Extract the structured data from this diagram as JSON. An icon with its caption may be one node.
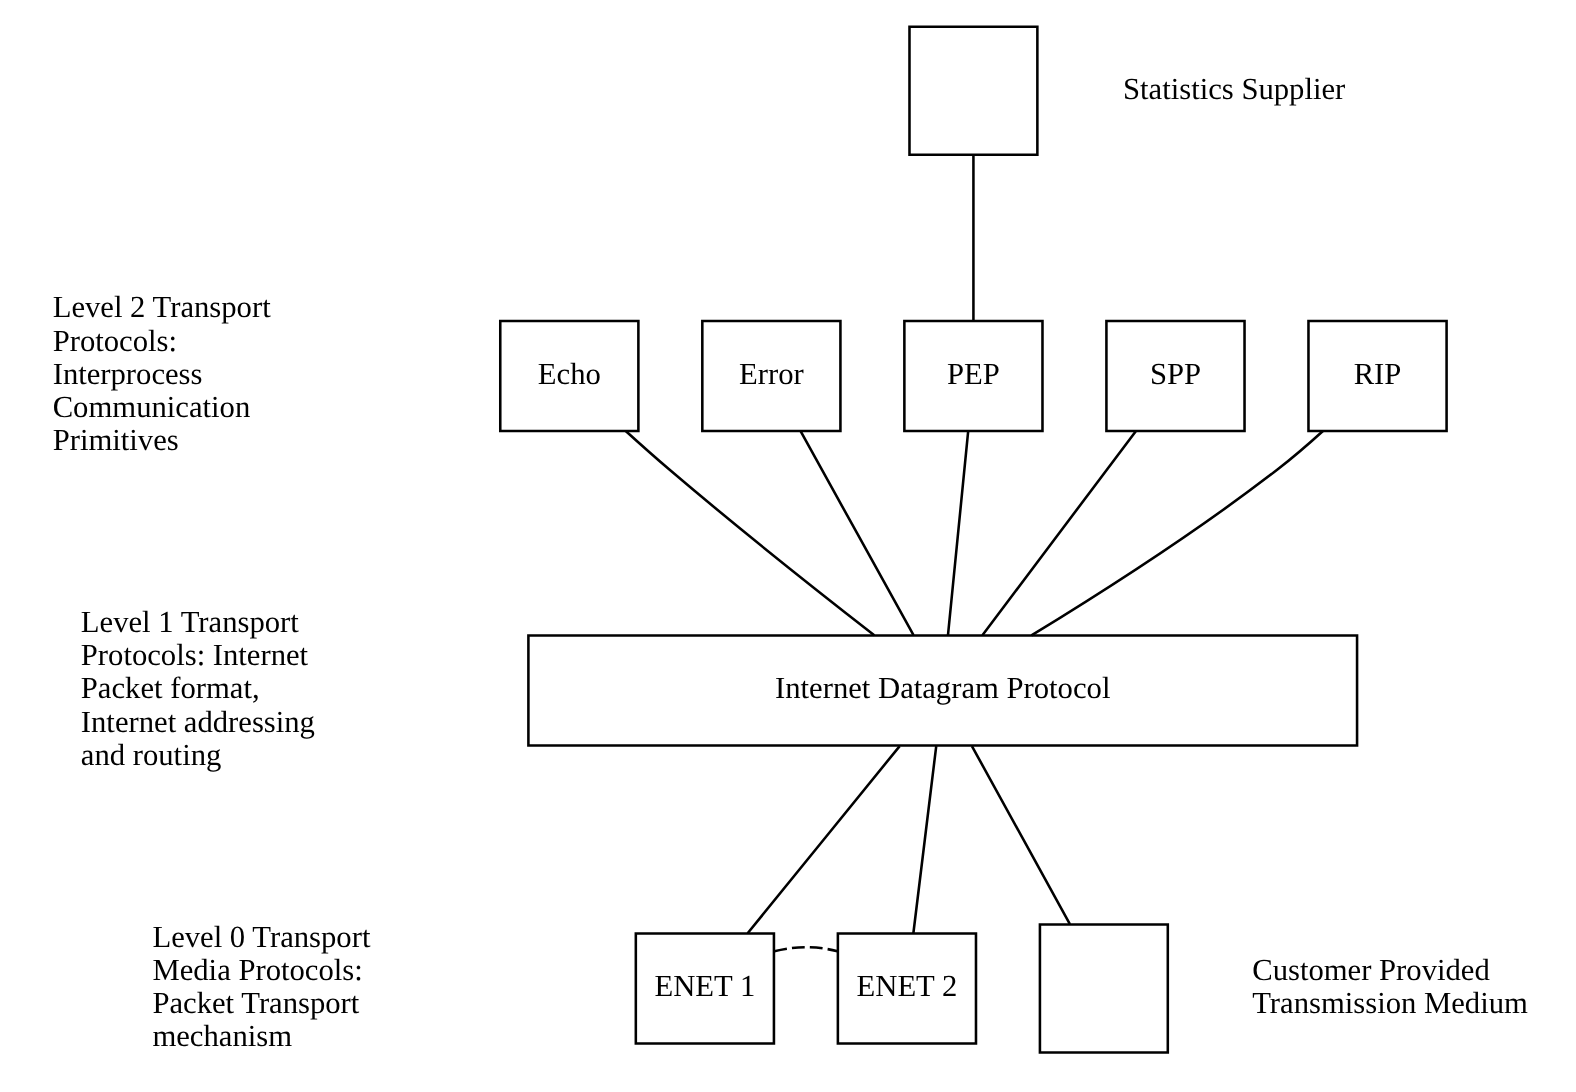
{
  "diagram": {
    "nodes": [
      {
        "text": [],
        "shape": "box",
        "beside": [
          "Statistics Supplier"
        ]
      },
      {
        "text": [
          "Echo"
        ]
      },
      {
        "text": [
          "Error"
        ]
      },
      {
        "text": [
          "PEP"
        ]
      },
      {
        "text": [
          "SPP"
        ]
      },
      {
        "text": [
          "RIP"
        ]
      },
      {
        "text": [
          "Internet Datagram Protocol"
        ]
      },
      {
        "text": [
          "ENET 1"
        ]
      },
      {
        "text": [
          "ENET 2"
        ]
      },
      {
        "text": [],
        "shape": "box",
        "beside": [
          "Customer Provided Transmission Medium"
        ]
      }
    ],
    "edges": [
      {
        "from": 0,
        "to": 3,
        "arrow": "none"
      },
      {
        "from": 1,
        "to": 6,
        "arrow": "none"
      },
      {
        "from": 2,
        "to": 6,
        "arrow": "none"
      },
      {
        "from": 3,
        "to": 6,
        "arrow": "none"
      },
      {
        "from": 4,
        "to": 6,
        "arrow": "none"
      },
      {
        "from": 5,
        "to": 6,
        "arrow": "none"
      },
      {
        "from": 6,
        "to": 7,
        "arrow": "none"
      },
      {
        "from": 6,
        "to": 8,
        "arrow": "none"
      },
      {
        "from": 6,
        "to": 9,
        "arrow": "none"
      },
      {
        "from": 7,
        "to": 8,
        "arrow": "none",
        "style": "dashed"
      }
    ],
    "labels": [
      "Level 2 Transport Protocols: Interprocess Communication Primitives",
      "Level 1 Transport Protocols: Internet Packet format, Internet addressing and routing",
      "Level 0 Transport Media Protocols: Packet Transport mechanism"
    ]
  }
}
